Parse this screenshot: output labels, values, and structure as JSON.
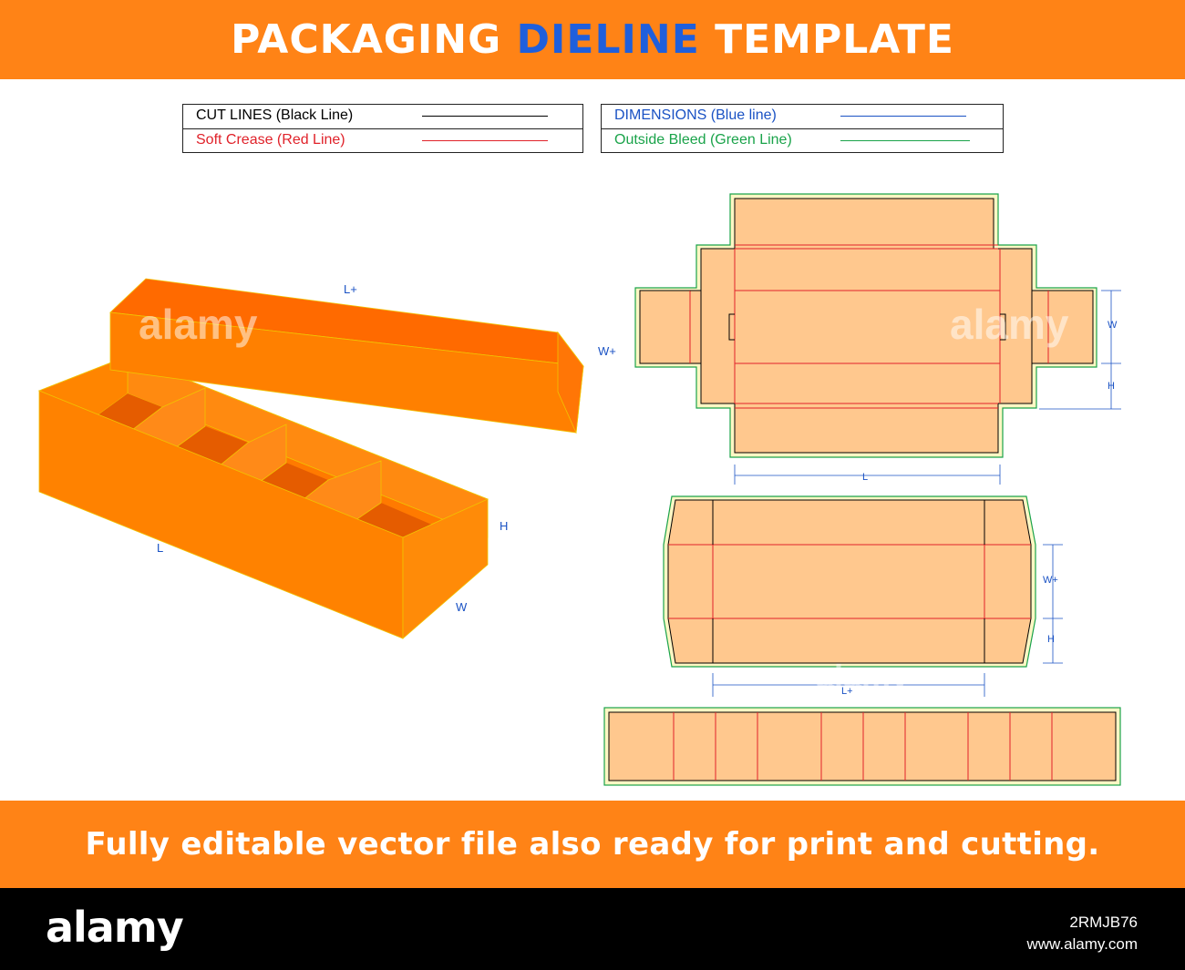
{
  "header": {
    "title_part1": "PACKAGING ",
    "title_accent": "DIELINE",
    "title_part2": " TEMPLATE"
  },
  "legend": {
    "cut_lines": "CUT LINES (Black Line)",
    "soft_crease": "Soft Crease (Red Line)",
    "dimensions": "DIMENSIONS (Blue line)",
    "outside_bleed": "Outside Bleed (Green Line)"
  },
  "colors": {
    "brand_orange": "#ff8316",
    "accent_blue": "#1f5fdc",
    "cut_line": "#000000",
    "crease_line": "#e0222a",
    "dimension_line": "#1a52c4",
    "bleed_line": "#1aa34a",
    "panel_fill": "#ffc88e"
  },
  "box3d_labels": {
    "lid_length": "L+",
    "lid_width": "W+",
    "base_length": "L",
    "base_height": "H",
    "base_width": "W"
  },
  "dieline_top_labels": {
    "width": "W",
    "height": "H",
    "length": "L"
  },
  "dieline_lid_labels": {
    "width": "W+",
    "height": "H",
    "length": "L+"
  },
  "watermark": "alamy",
  "footer": {
    "text": "Fully editable vector file also ready for print and cutting."
  },
  "credit": {
    "logo": "alamy",
    "image_id": "2RMJB76",
    "url": "www.alamy.com"
  }
}
